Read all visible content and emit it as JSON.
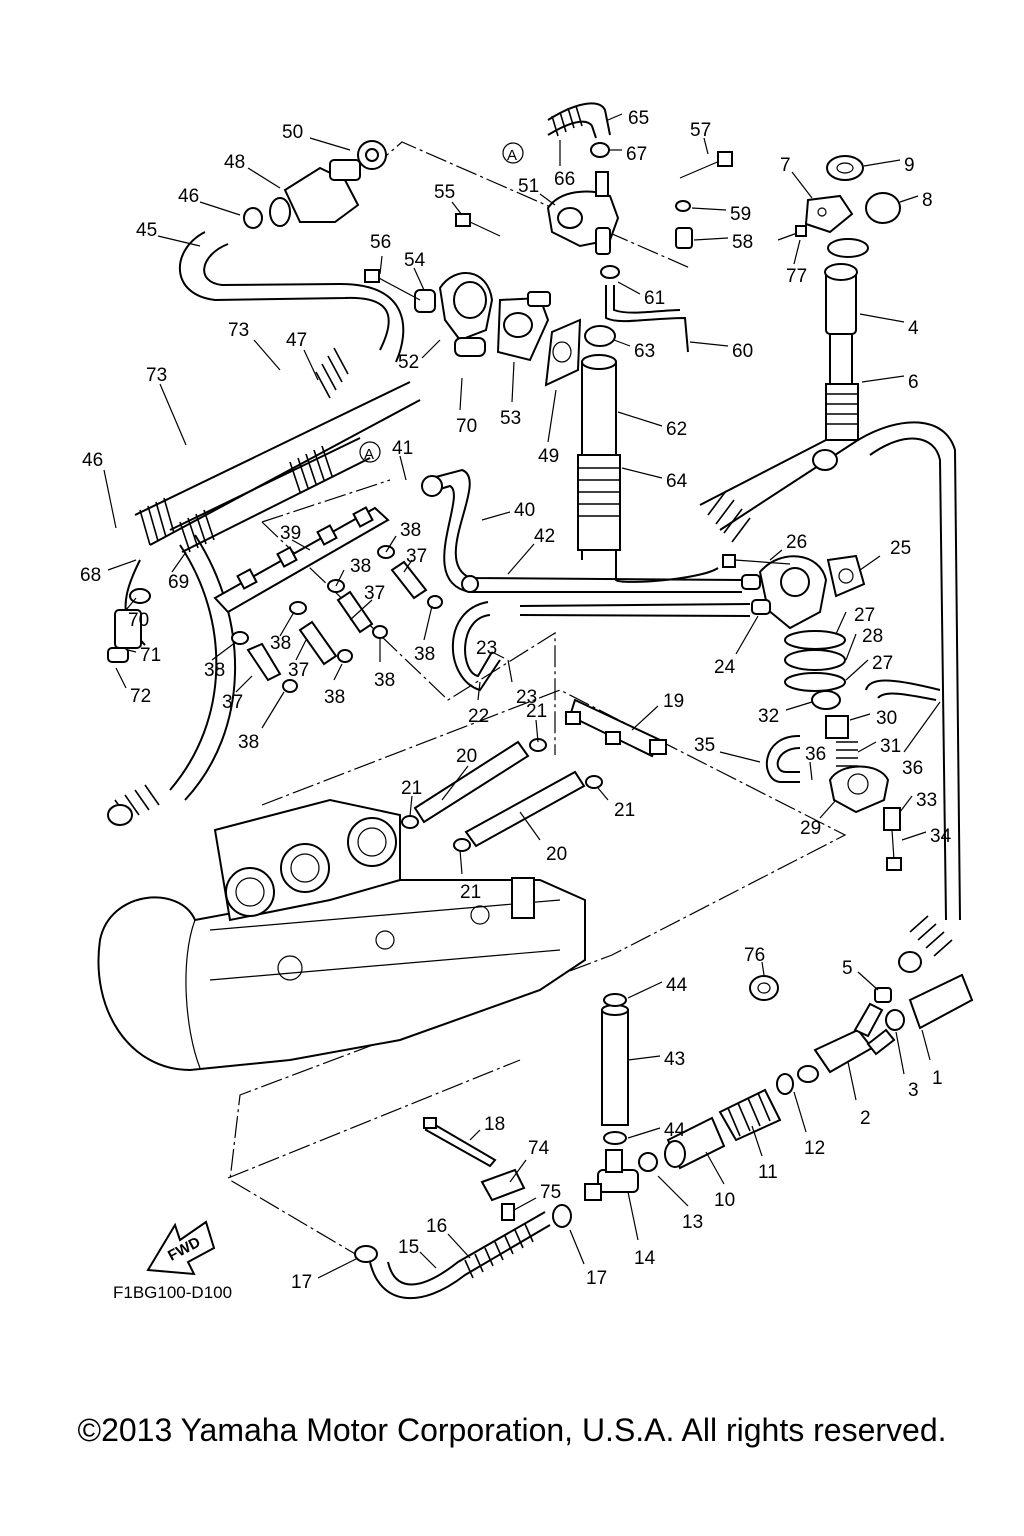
{
  "diagram": {
    "code": "F1BG100-D100",
    "fwd_label": "FWD",
    "ref_marker": "A",
    "callouts": [
      "1",
      "2",
      "3",
      "4",
      "5",
      "6",
      "7",
      "8",
      "9",
      "10",
      "11",
      "12",
      "13",
      "14",
      "15",
      "16",
      "17",
      "18",
      "19",
      "20",
      "21",
      "22",
      "23",
      "24",
      "25",
      "26",
      "27",
      "28",
      "29",
      "30",
      "31",
      "32",
      "33",
      "34",
      "35",
      "36",
      "37",
      "38",
      "39",
      "40",
      "41",
      "42",
      "43",
      "44",
      "45",
      "46",
      "47",
      "48",
      "49",
      "50",
      "51",
      "52",
      "53",
      "54",
      "55",
      "56",
      "57",
      "58",
      "59",
      "60",
      "61",
      "62",
      "63",
      "64",
      "65",
      "66",
      "67",
      "68",
      "69",
      "70",
      "71",
      "72",
      "73",
      "74",
      "75",
      "76",
      "77"
    ]
  },
  "copyright": "©2013 Yamaha Motor Corporation, U.S.A. All rights reserved."
}
